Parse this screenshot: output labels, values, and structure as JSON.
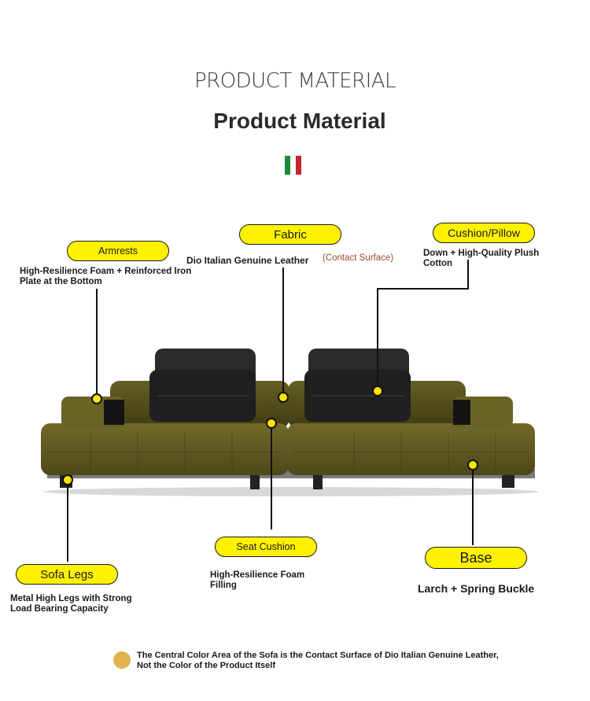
{
  "header": {
    "title_en": "PRODUCT MATERIAL",
    "title": "Product Material",
    "flag_colors": [
      "#1c8a3c",
      "#ffffff",
      "#c4262e"
    ]
  },
  "callouts": {
    "armrests": {
      "label": "Armrests",
      "desc_line1": "High-Resilience Foam + Reinforced Iron",
      "desc_line2": "Plate at the Bottom"
    },
    "fabric": {
      "label": "Fabric",
      "desc": "Dio Italian Genuine Leather",
      "note": "(Contact Surface)"
    },
    "cushion": {
      "label": "Cushion/Pillow",
      "desc_line1": "Down + High-Quality Plush",
      "desc_line2": "Cotton"
    },
    "sofa_legs": {
      "label": "Sofa Legs",
      "desc_line1": "Metal High Legs with Strong",
      "desc_line2": "Load Bearing Capacity"
    },
    "seat_cushion": {
      "label": "Seat Cushion",
      "desc_line1": "High-Resilience Foam",
      "desc_line2": "Filling"
    },
    "base": {
      "label": "Base",
      "desc": "Larch + Spring Buckle"
    }
  },
  "footer": {
    "note_line1": "The Central Color Area of the Sofa is the Contact Surface of Dio Italian Genuine Leather,",
    "note_line2": "Not the Color of the Product Itself"
  },
  "colors": {
    "pill": "#fff200",
    "leather": "#5e5720",
    "pillow": "#1f1f1f",
    "note_dot": "#e1b34e",
    "contact_note": "#9b4a2f"
  }
}
